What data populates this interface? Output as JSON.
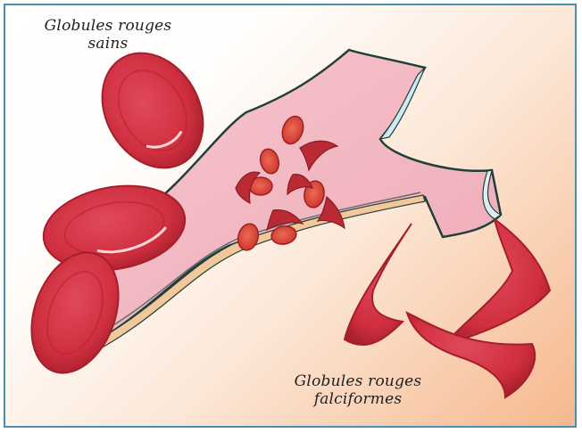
{
  "labels": {
    "healthy_line1": "Globules rouges",
    "healthy_line2": "sains",
    "sickle_line1": "Globules rouges",
    "sickle_line2": "falciformes"
  },
  "colors": {
    "border": "#4a8fb0",
    "cell_red": "#d2323f",
    "cell_dark": "#a31f2b",
    "vessel_pink": "#f3b9c2",
    "vessel_outline": "#1f3f3a"
  }
}
